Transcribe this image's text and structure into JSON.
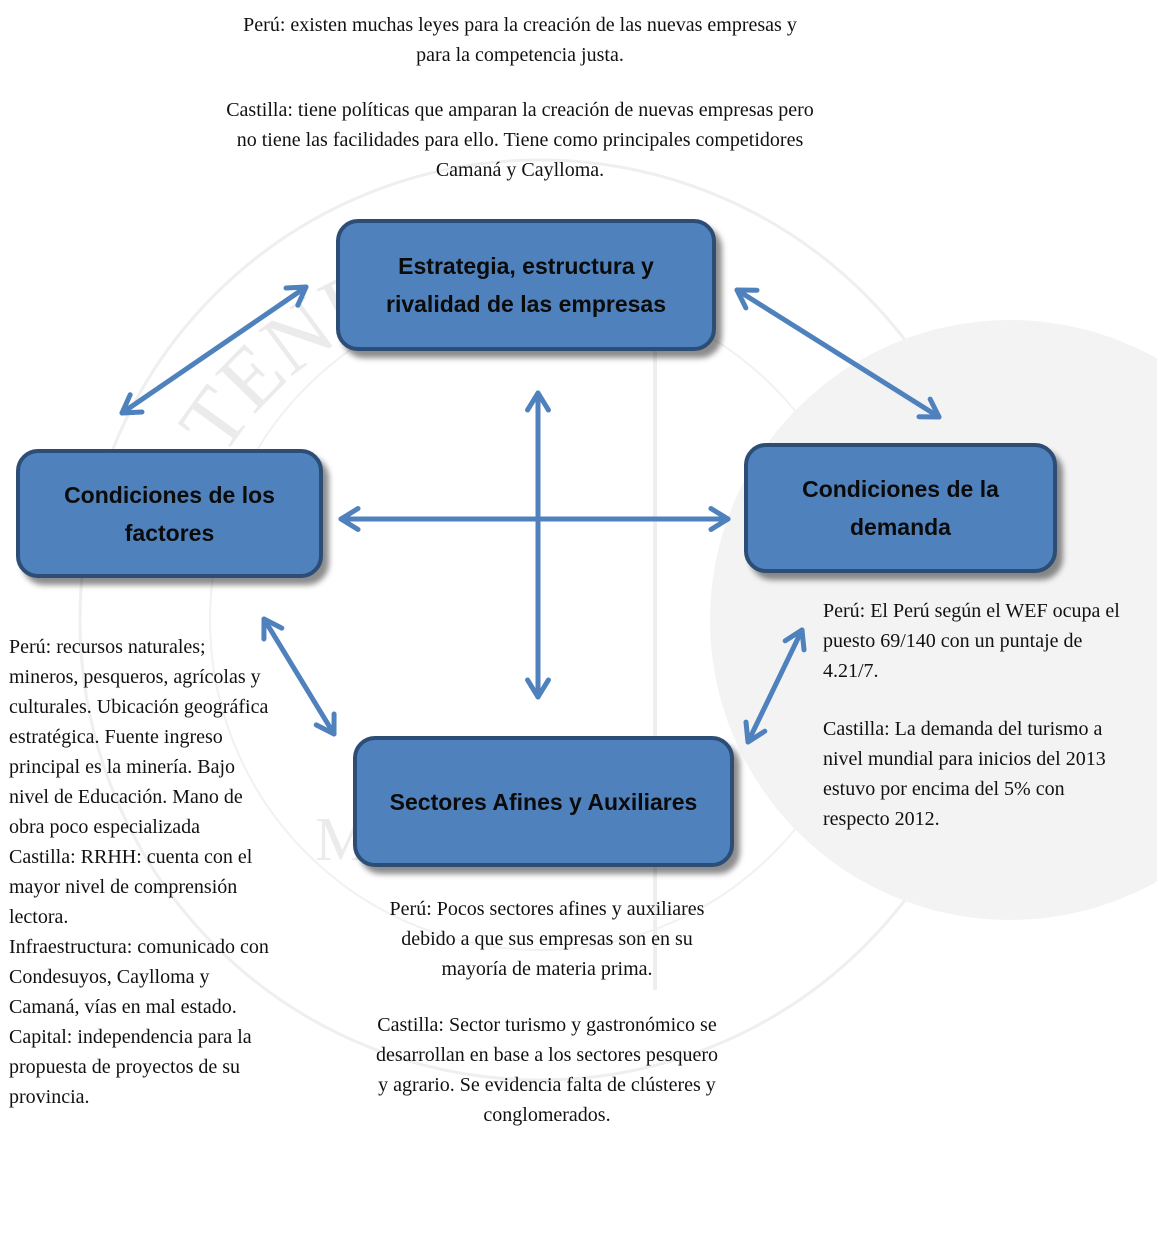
{
  "watermark": {
    "motto": "IN TENEBRIS LUCET",
    "numerals": "MX"
  },
  "top_text": {
    "p1": "Perú: existen muchas leyes para la creación de las nuevas empresas y para la competencia justa.",
    "p2": "Castilla: tiene políticas que amparan la creación de nuevas empresas pero no tiene las facilidades para ello. Tiene como principales competidores Camaná y Caylloma."
  },
  "boxes": {
    "estrategia": "Estrategia, estructura y rivalidad de las empresas",
    "factores": "Condiciones de los factores",
    "demanda": "Condiciones de la demanda",
    "sectores": "Sectores Afines y Auxiliares"
  },
  "left_text": {
    "peru": "Perú: recursos naturales; mineros, pesqueros, agrícolas y culturales. Ubicación geográfica estratégica. Fuente ingreso principal es la minería. Bajo nivel de Educación. Mano de obra poco especializada",
    "castilla": "Castilla: RRHH: cuenta con el mayor nivel de comprensión lectora.",
    "infra": "Infraestructura: comunicado con Condesuyos, Caylloma y Camaná, vías en mal estado.",
    "capital": "Capital: independencia para la propuesta de proyectos de su provincia."
  },
  "right_text": {
    "p1": "Perú: El Perú según el WEF ocupa el puesto 69/140 con un puntaje de 4.21/7.",
    "p2": "Castilla: La demanda del turismo a nivel mundial para inicios del 2013 estuvo por encima del 5%  con respecto 2012."
  },
  "bottom_text": {
    "p1": "Perú: Pocos sectores afines y auxiliares debido a que sus empresas son en su mayoría de materia prima.",
    "p2": "Castilla: Sector turismo y gastronómico se desarrollan en base a los sectores pesquero y agrario. Se evidencia falta de clústeres y conglomerados."
  },
  "colors": {
    "box_fill": "#4f81bd",
    "box_border": "#2c4d75",
    "arrow": "#4f81bd",
    "watermark": "#e9e9e9"
  }
}
